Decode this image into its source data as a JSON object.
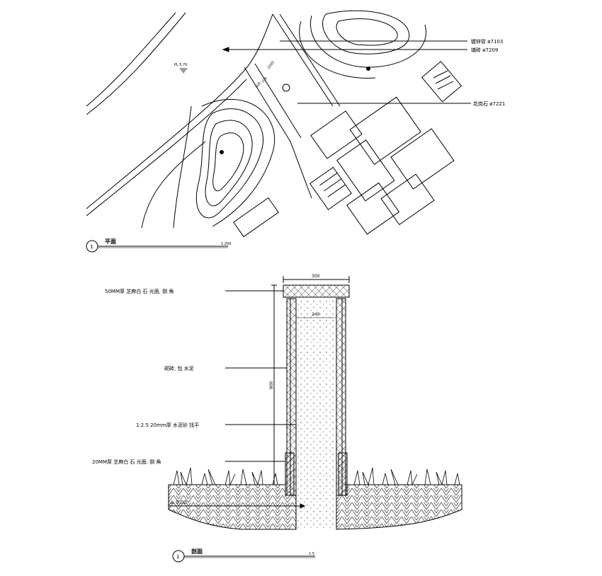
{
  "plan": {
    "label_right_1": "镀锌管 ø7103",
    "label_right_2": "铺砖 ø7209",
    "label_right_3": "花岗石 ø7221",
    "level_mark": "PL 5.70",
    "dim_a": "2000",
    "dim_b": "300",
    "dim_c": "700",
    "title_number": "1",
    "title_text": "平面",
    "title_scale": "1:200"
  },
  "section": {
    "top_dim": "300",
    "inner_dim": "240",
    "height_dim": "900",
    "callout_1": "50MM厚 芝麻白 石 光面, 倒  角",
    "callout_2": "砌砖, 包 水泥",
    "callout_3": "1:2.5 20mm厚 水泥砂 找平",
    "callout_4": "20MM厚 芝麻白 石 光面, 倒 角",
    "ground_label": "± 0.00",
    "title_number": "1",
    "title_text": "剖面",
    "title_scale": "1:5"
  },
  "colors": {
    "line": "#000000",
    "background": "#ffffff"
  }
}
